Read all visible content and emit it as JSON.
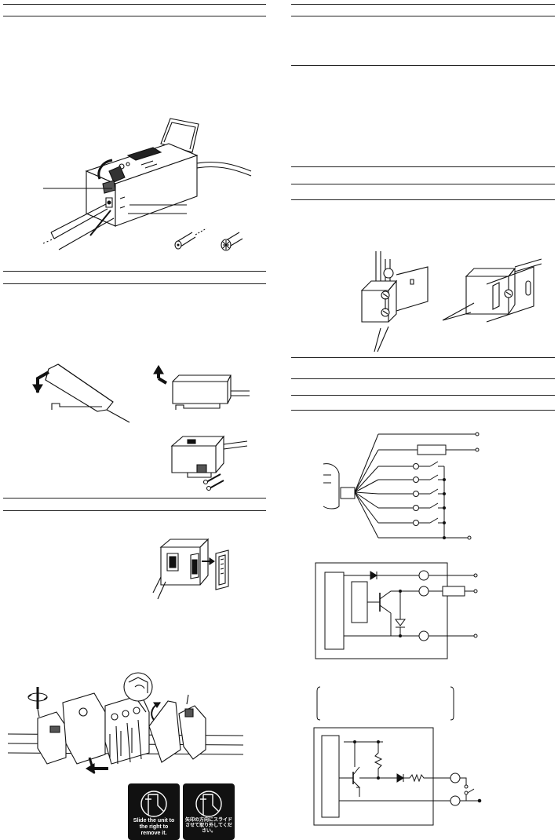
{
  "document": {
    "language": "en",
    "labels": {
      "remove_unit_caption": "Slide the unit to the right to remove it.",
      "remove_unit_caption_ja": "矢印の方向にスライドさせて取り外してください。"
    }
  },
  "figures": [
    {
      "id": "amplifier-unit-fiber-insertion",
      "icon": "fiber-amplifier-illustration"
    },
    {
      "id": "din-rail-mount-removal",
      "icon": "din-rail-clip-illustration"
    },
    {
      "id": "screw-mount",
      "icon": "mounting-screw-illustration"
    },
    {
      "id": "connector-cover",
      "icon": "connector-illustration"
    },
    {
      "id": "side-by-side-mounting",
      "icon": "multi-unit-rail-illustration"
    },
    {
      "id": "mounting-bracket",
      "icon": "bracket-illustration"
    },
    {
      "id": "wiring-connection",
      "icon": "wiring-diagram"
    },
    {
      "id": "output-circuit-npn",
      "icon": "circuit-schematic"
    },
    {
      "id": "input-circuit",
      "icon": "circuit-schematic"
    }
  ]
}
